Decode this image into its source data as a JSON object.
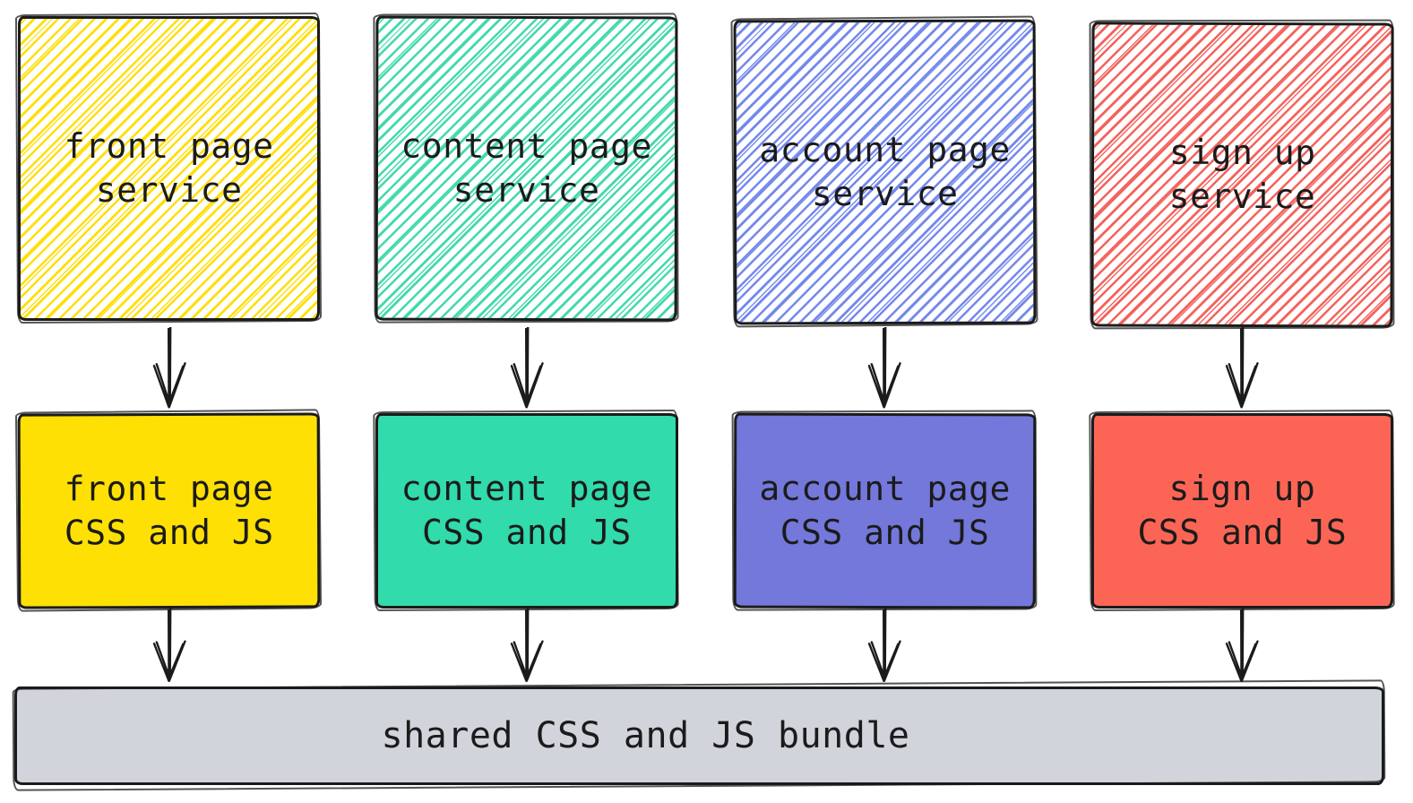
{
  "diagram": {
    "stroke_color": "#1b1b1b",
    "columns": [
      {
        "service_label": "front page\nservice",
        "bundle_label": "front page\nCSS and JS",
        "hatch_color": "#ffdf0a",
        "fill_color": "#fee005"
      },
      {
        "service_label": "content page\nservice",
        "bundle_label": "content page\nCSS and JS",
        "hatch_color": "#3fd9ab",
        "fill_color": "#31dbab"
      },
      {
        "service_label": "account page\nservice",
        "bundle_label": "account page\nCSS and JS",
        "hatch_color": "#7287ec",
        "fill_color": "#7478db"
      },
      {
        "service_label": "sign up\nservice",
        "bundle_label": "sign up\nCSS and JS",
        "hatch_color": "#f4615c",
        "fill_color": "#fc6555"
      }
    ],
    "shared_bundle_label": "shared CSS and JS bundle",
    "shared_bundle_color": "#d1d4da"
  }
}
